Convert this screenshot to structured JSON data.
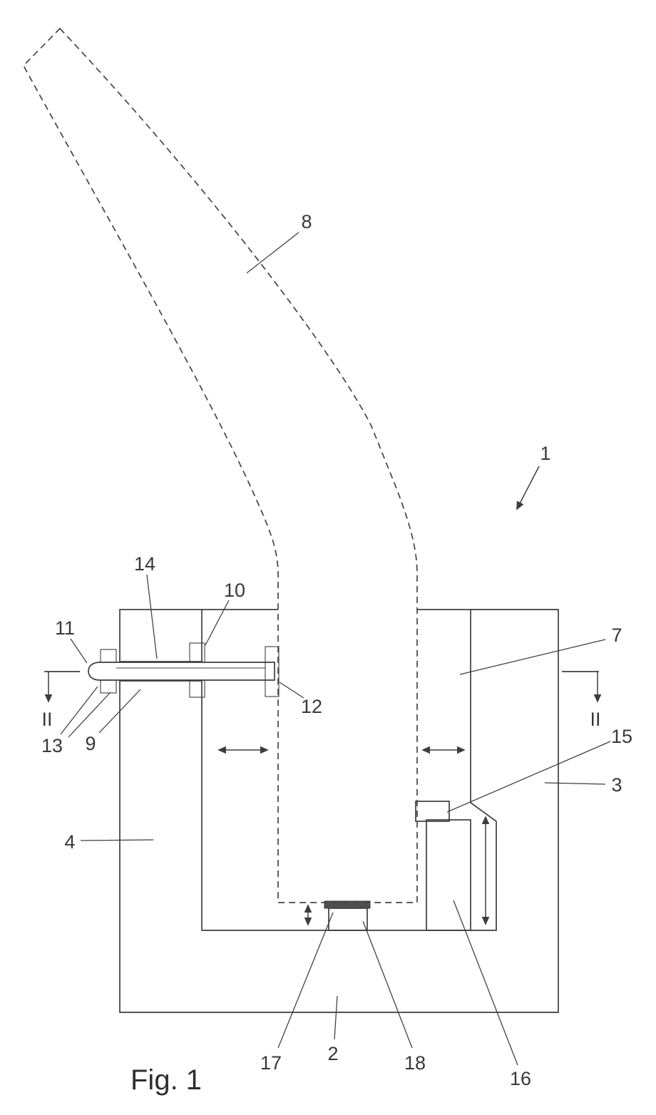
{
  "figure": {
    "caption": "Fig. 1",
    "section_marker": "II",
    "labels": {
      "1": "1",
      "2": "2",
      "3": "3",
      "4": "4",
      "7": "7",
      "8": "8",
      "9": "9",
      "10": "10",
      "11": "11",
      "12": "12",
      "13": "13",
      "14": "14",
      "15": "15",
      "16": "16",
      "17": "17",
      "18": "18"
    },
    "colors": {
      "line": "#3d3d3d",
      "background": "#ffffff",
      "pad_fill": "#4f4f4f"
    }
  }
}
